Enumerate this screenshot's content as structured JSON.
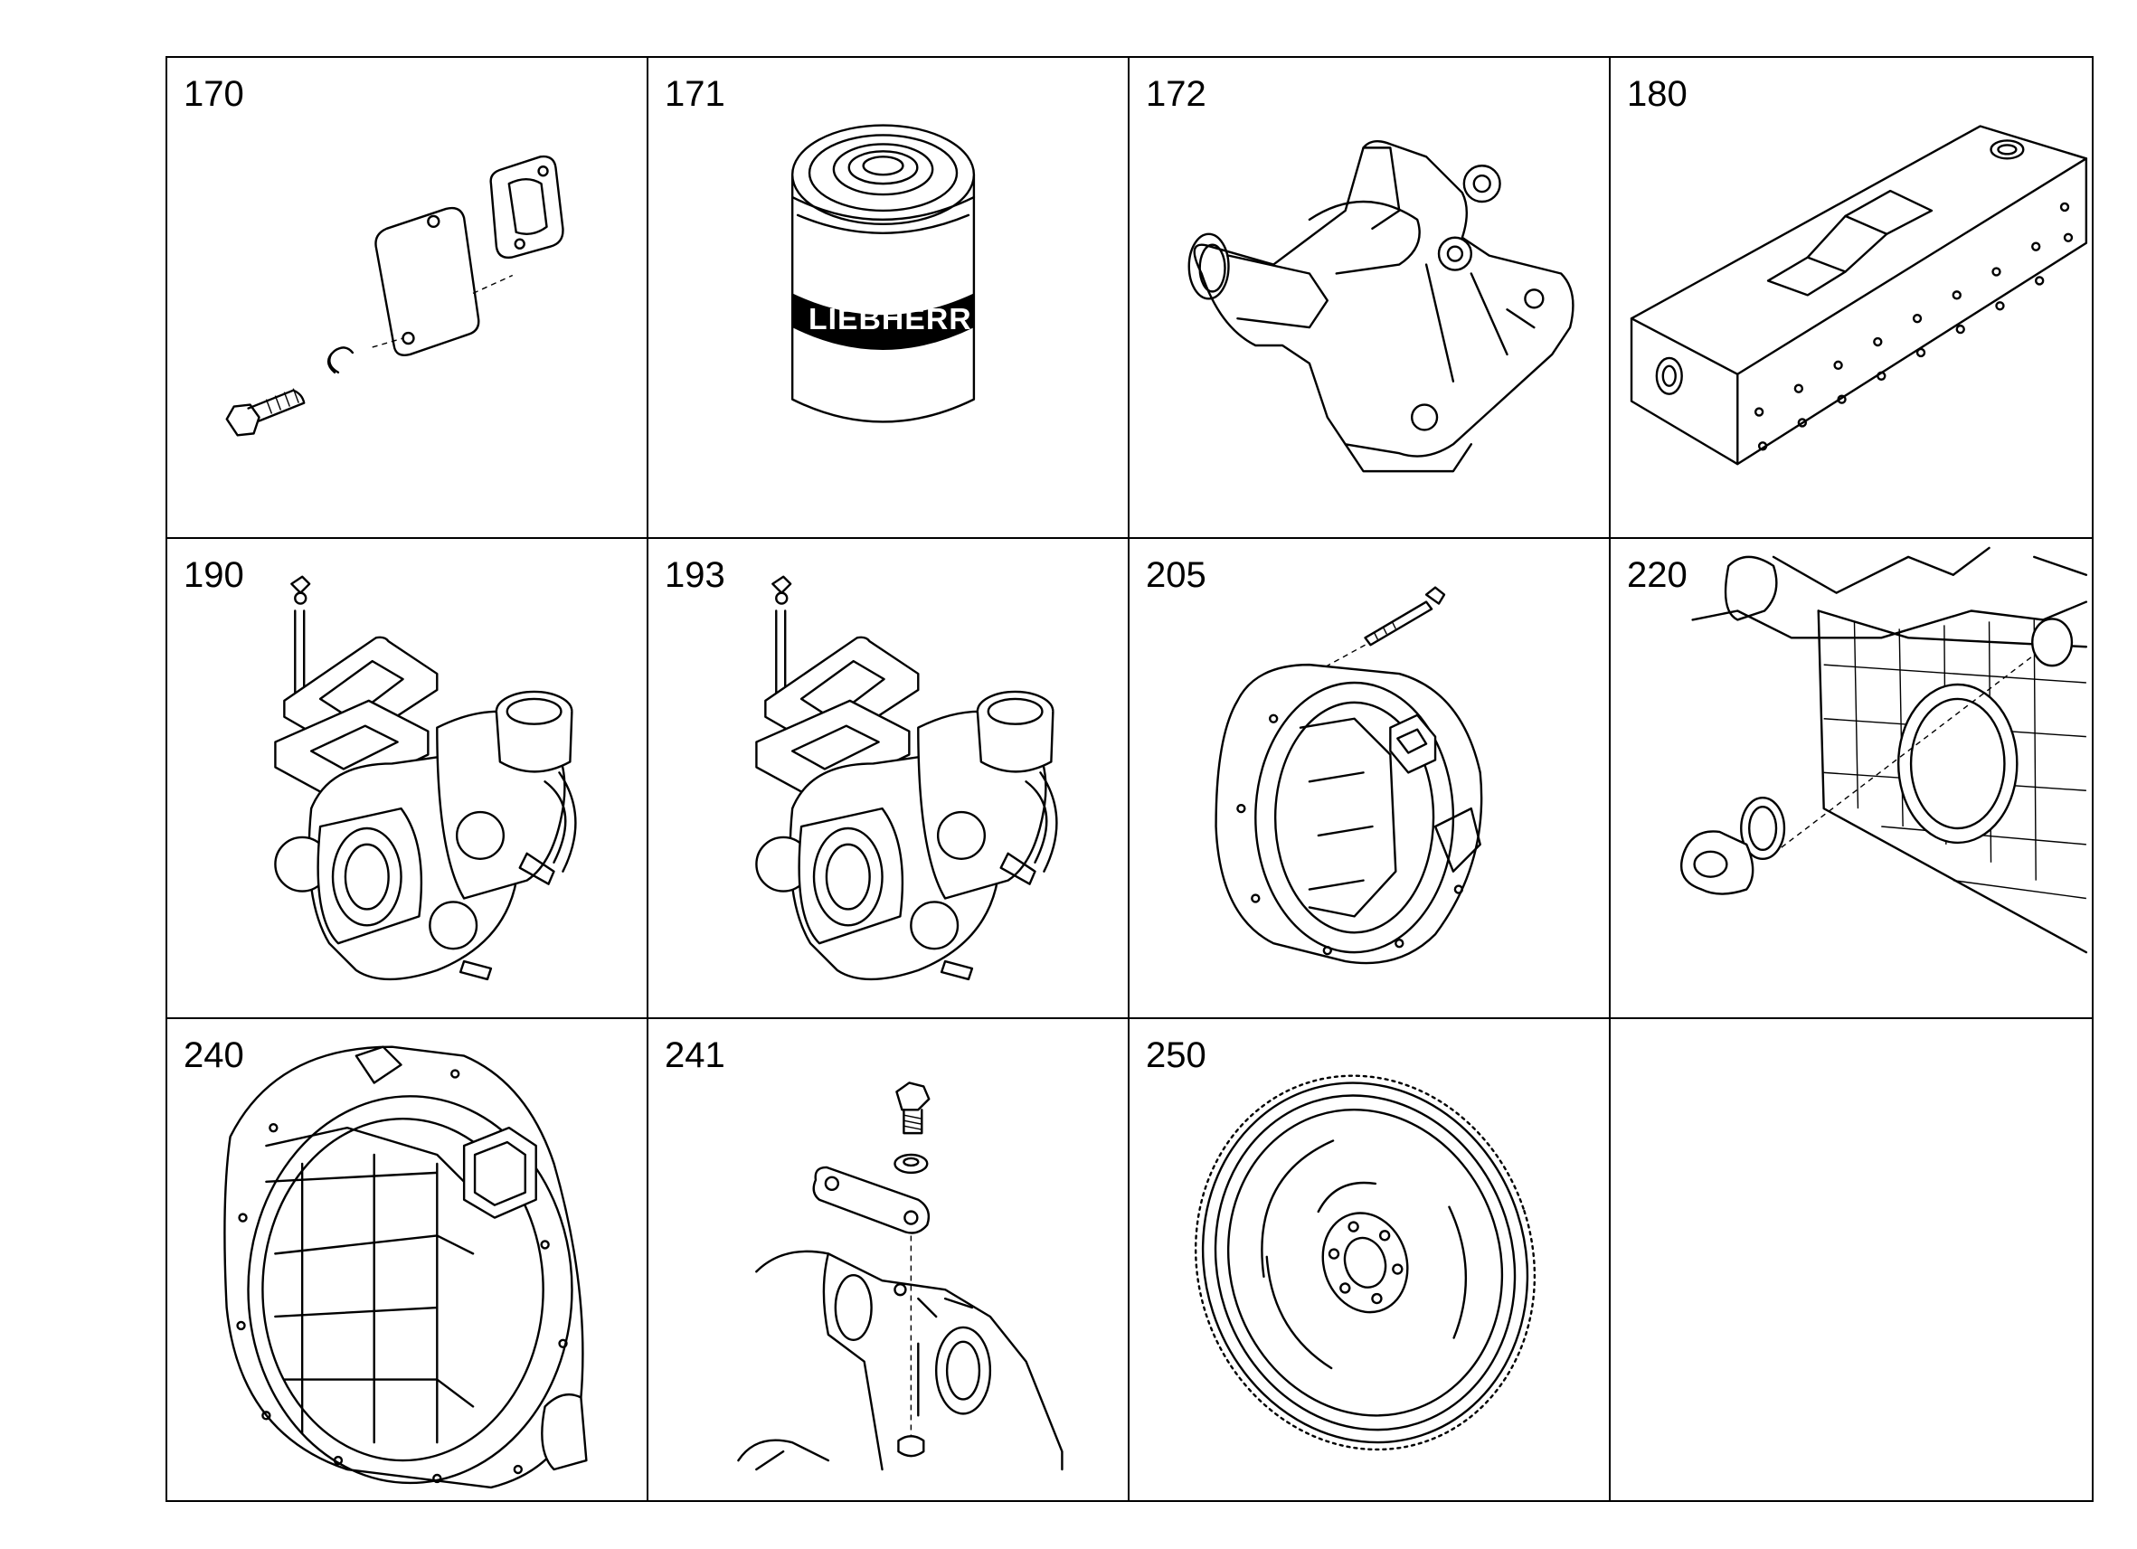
{
  "parts": [
    {
      "number": "170",
      "icon": "gasket-cover-plate-icon"
    },
    {
      "number": "171",
      "icon": "oil-filter-icon",
      "logo_text": "LIEBHERR"
    },
    {
      "number": "172",
      "icon": "housing-flange-icon"
    },
    {
      "number": "180",
      "icon": "heat-exchanger-block-icon"
    },
    {
      "number": "190",
      "icon": "turbocharger-icon"
    },
    {
      "number": "193",
      "icon": "turbocharger-icon"
    },
    {
      "number": "205",
      "icon": "flywheel-housing-icon"
    },
    {
      "number": "220",
      "icon": "crankshaft-seal-icon"
    },
    {
      "number": "240",
      "icon": "flywheel-housing-icon"
    },
    {
      "number": "241",
      "icon": "bracket-plate-icon"
    },
    {
      "number": "250",
      "icon": "flywheel-ring-gear-icon"
    },
    {
      "number": "",
      "icon": ""
    }
  ]
}
